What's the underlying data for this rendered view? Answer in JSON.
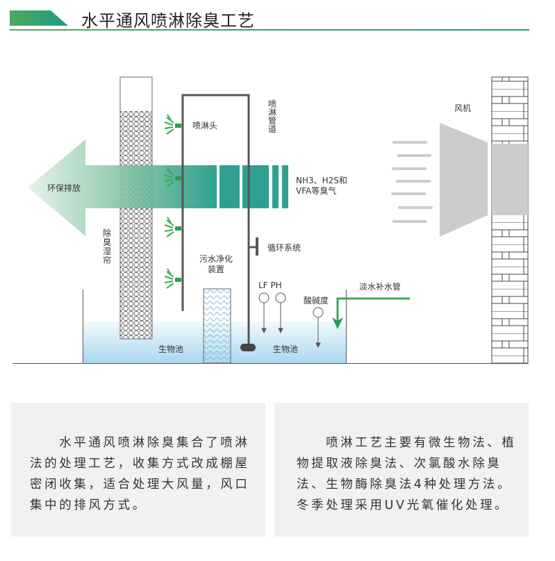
{
  "header": {
    "title": "水平通风喷淋除臭工艺",
    "accent_from": "#4caa5a",
    "accent_to": "#1f9a88"
  },
  "diagram": {
    "labels": {
      "exhaust": "环保排放",
      "nozzle": "喷淋头",
      "pipe": [
        "喷",
        "淋",
        "管",
        "道"
      ],
      "gas": [
        "NH3、H2S和",
        "VFA等臭气"
      ],
      "fan": "风机",
      "curtain": [
        "除",
        "臭",
        "湿",
        "帘"
      ],
      "circulation": "循环系统",
      "purifier": [
        "污水净化",
        "装置"
      ],
      "sensors": "LF PH",
      "acidity": "酸碱度",
      "freshwater": "淡水补水管",
      "tank_left": "生物池",
      "tank_right": "生物池"
    },
    "colors": {
      "teal": "#1f9a88",
      "green": "#3aaa55",
      "pipe": "#555555",
      "fan": "#cccccc",
      "water": "#bfe3f2"
    }
  },
  "notes": [
    {
      "lines": [
        "　　水平通风喷淋除臭集合了喷淋",
        "法的处理工艺，收集方式改成棚屋",
        "密闭收集，适合处理大风量，风口",
        "集中的排风方式。"
      ]
    },
    {
      "lines": [
        "　　喷淋工艺主要有微生物法、植",
        "物提取液除臭法、次氯酸水除臭",
        "法、生物酶除臭法4种处理方法。",
        "冬季处理采用UV光氧催化处理。"
      ]
    }
  ]
}
